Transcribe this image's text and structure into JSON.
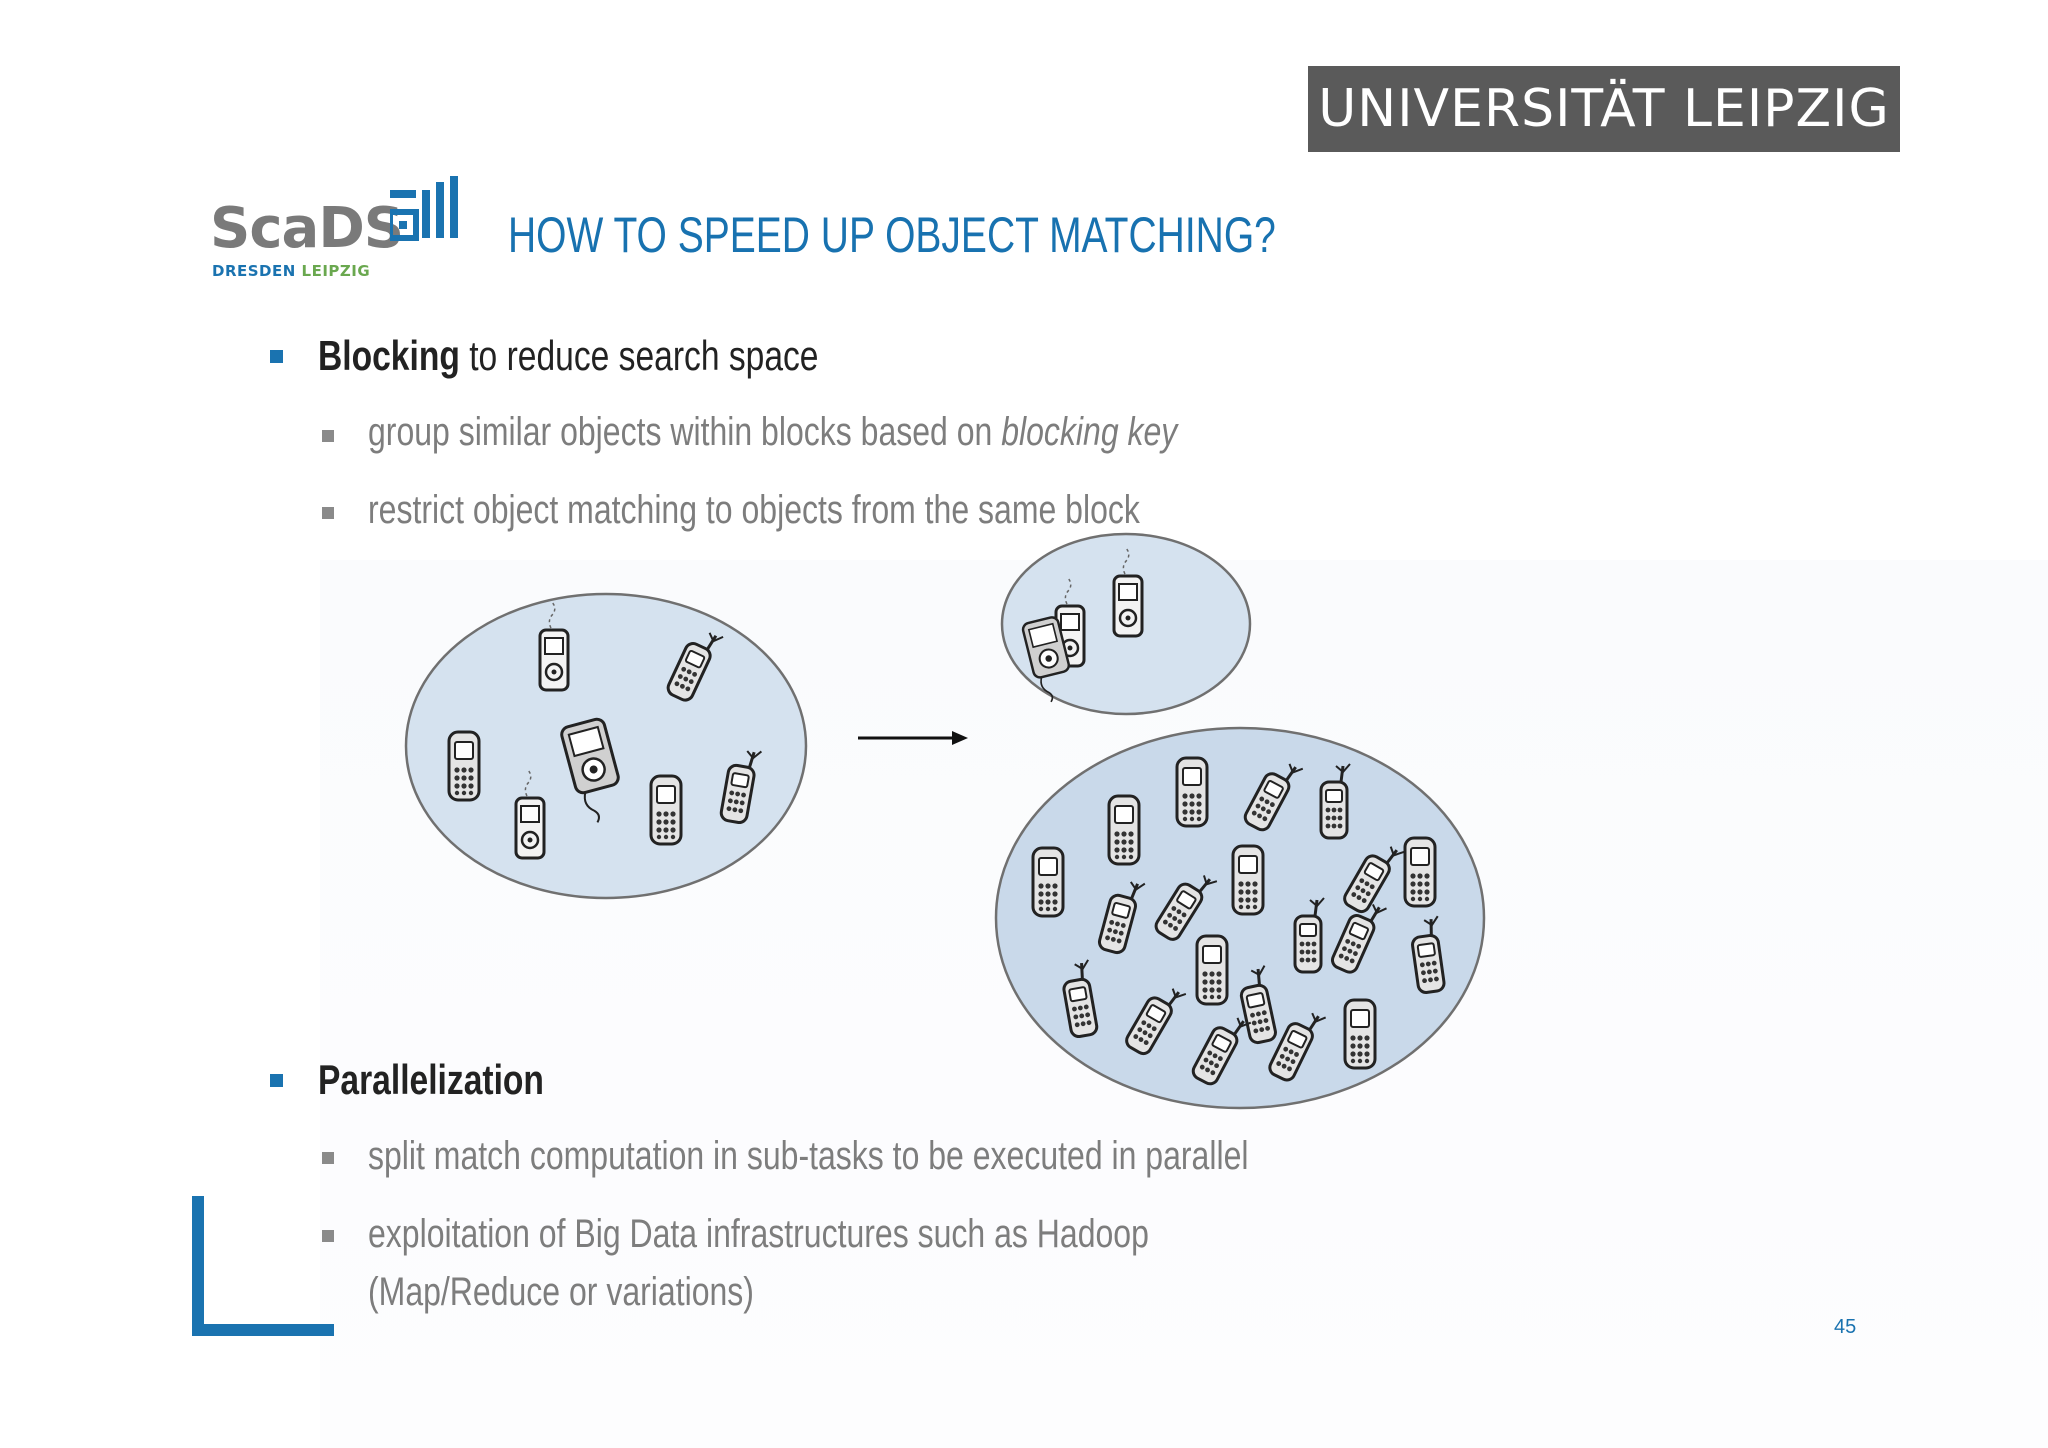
{
  "header": {
    "university_logo_text": "UNIVERSITÄT LEIPZIG",
    "scads": {
      "word": "ScaDS",
      "sub1": "DRESDEN",
      "sub2": "LEIPZIG"
    },
    "title": "HOW TO SPEED UP OBJECT MATCHING?"
  },
  "content": {
    "b1": {
      "bold": "Blocking",
      "rest": " to reduce search space"
    },
    "b1_1": {
      "pre": "group similar objects within blocks based on ",
      "italic": "blocking key"
    },
    "b1_2": "restrict object matching to objects from the same block",
    "b2": "Parallelization",
    "b2_1": "split match computation in sub-tasks to be executed in parallel",
    "b2_2a": "exploitation of Big Data infrastructures such as Hadoop",
    "b2_2b": "(Map/Reduce or variations)"
  },
  "footer": {
    "page_number": "45"
  },
  "colors": {
    "accent": "#1a73b0",
    "gray_text": "#7d7d7d",
    "logo_bg": "#5a5a5a",
    "ellipse_fill": "#d5e2ef"
  },
  "icons": [
    "mp3-player-icon",
    "mobile-phone-icon",
    "walkie-phone-icon",
    "arrow-right-icon"
  ]
}
